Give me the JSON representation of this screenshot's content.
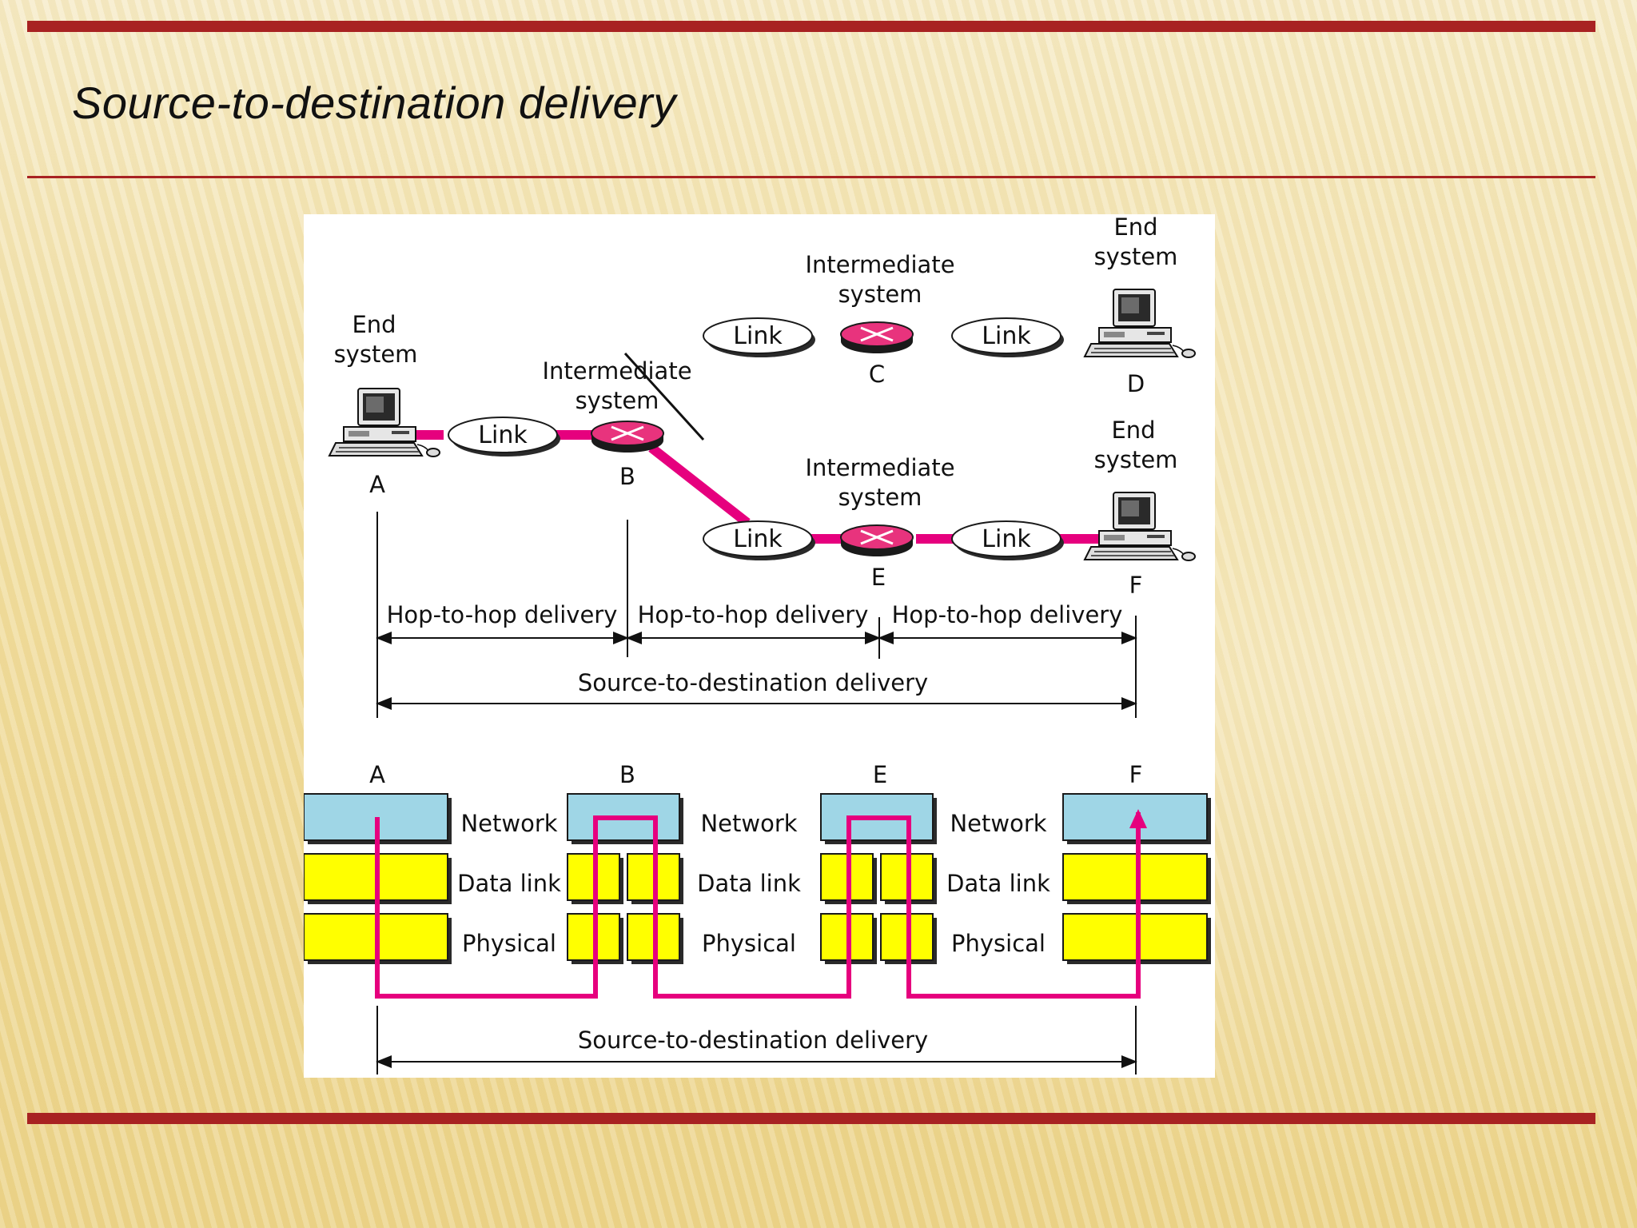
{
  "slide": {
    "title": "Source-to-destination delivery"
  },
  "colors": {
    "rule": "#a82222",
    "path": "#e6007e",
    "network_layer": "#9fd6e6",
    "lower_layers": "#ffff00",
    "router": "#e8337d"
  },
  "network": {
    "end_system_label_line1": "End",
    "end_system_label_line2": "system",
    "intermediate_label_line1": "Intermediate",
    "intermediate_label_line2": "system",
    "link_label": "Link",
    "nodes": {
      "A": "A",
      "B": "B",
      "C": "C",
      "D": "D",
      "E": "E",
      "F": "F"
    },
    "hop_label": "Hop-to-hop delivery",
    "s2d_label": "Source-to-destination delivery"
  },
  "stack": {
    "columns": [
      "A",
      "B",
      "E",
      "F"
    ],
    "layers": [
      "Network",
      "Data link",
      "Physical"
    ],
    "s2d_label": "Source-to-destination delivery"
  }
}
